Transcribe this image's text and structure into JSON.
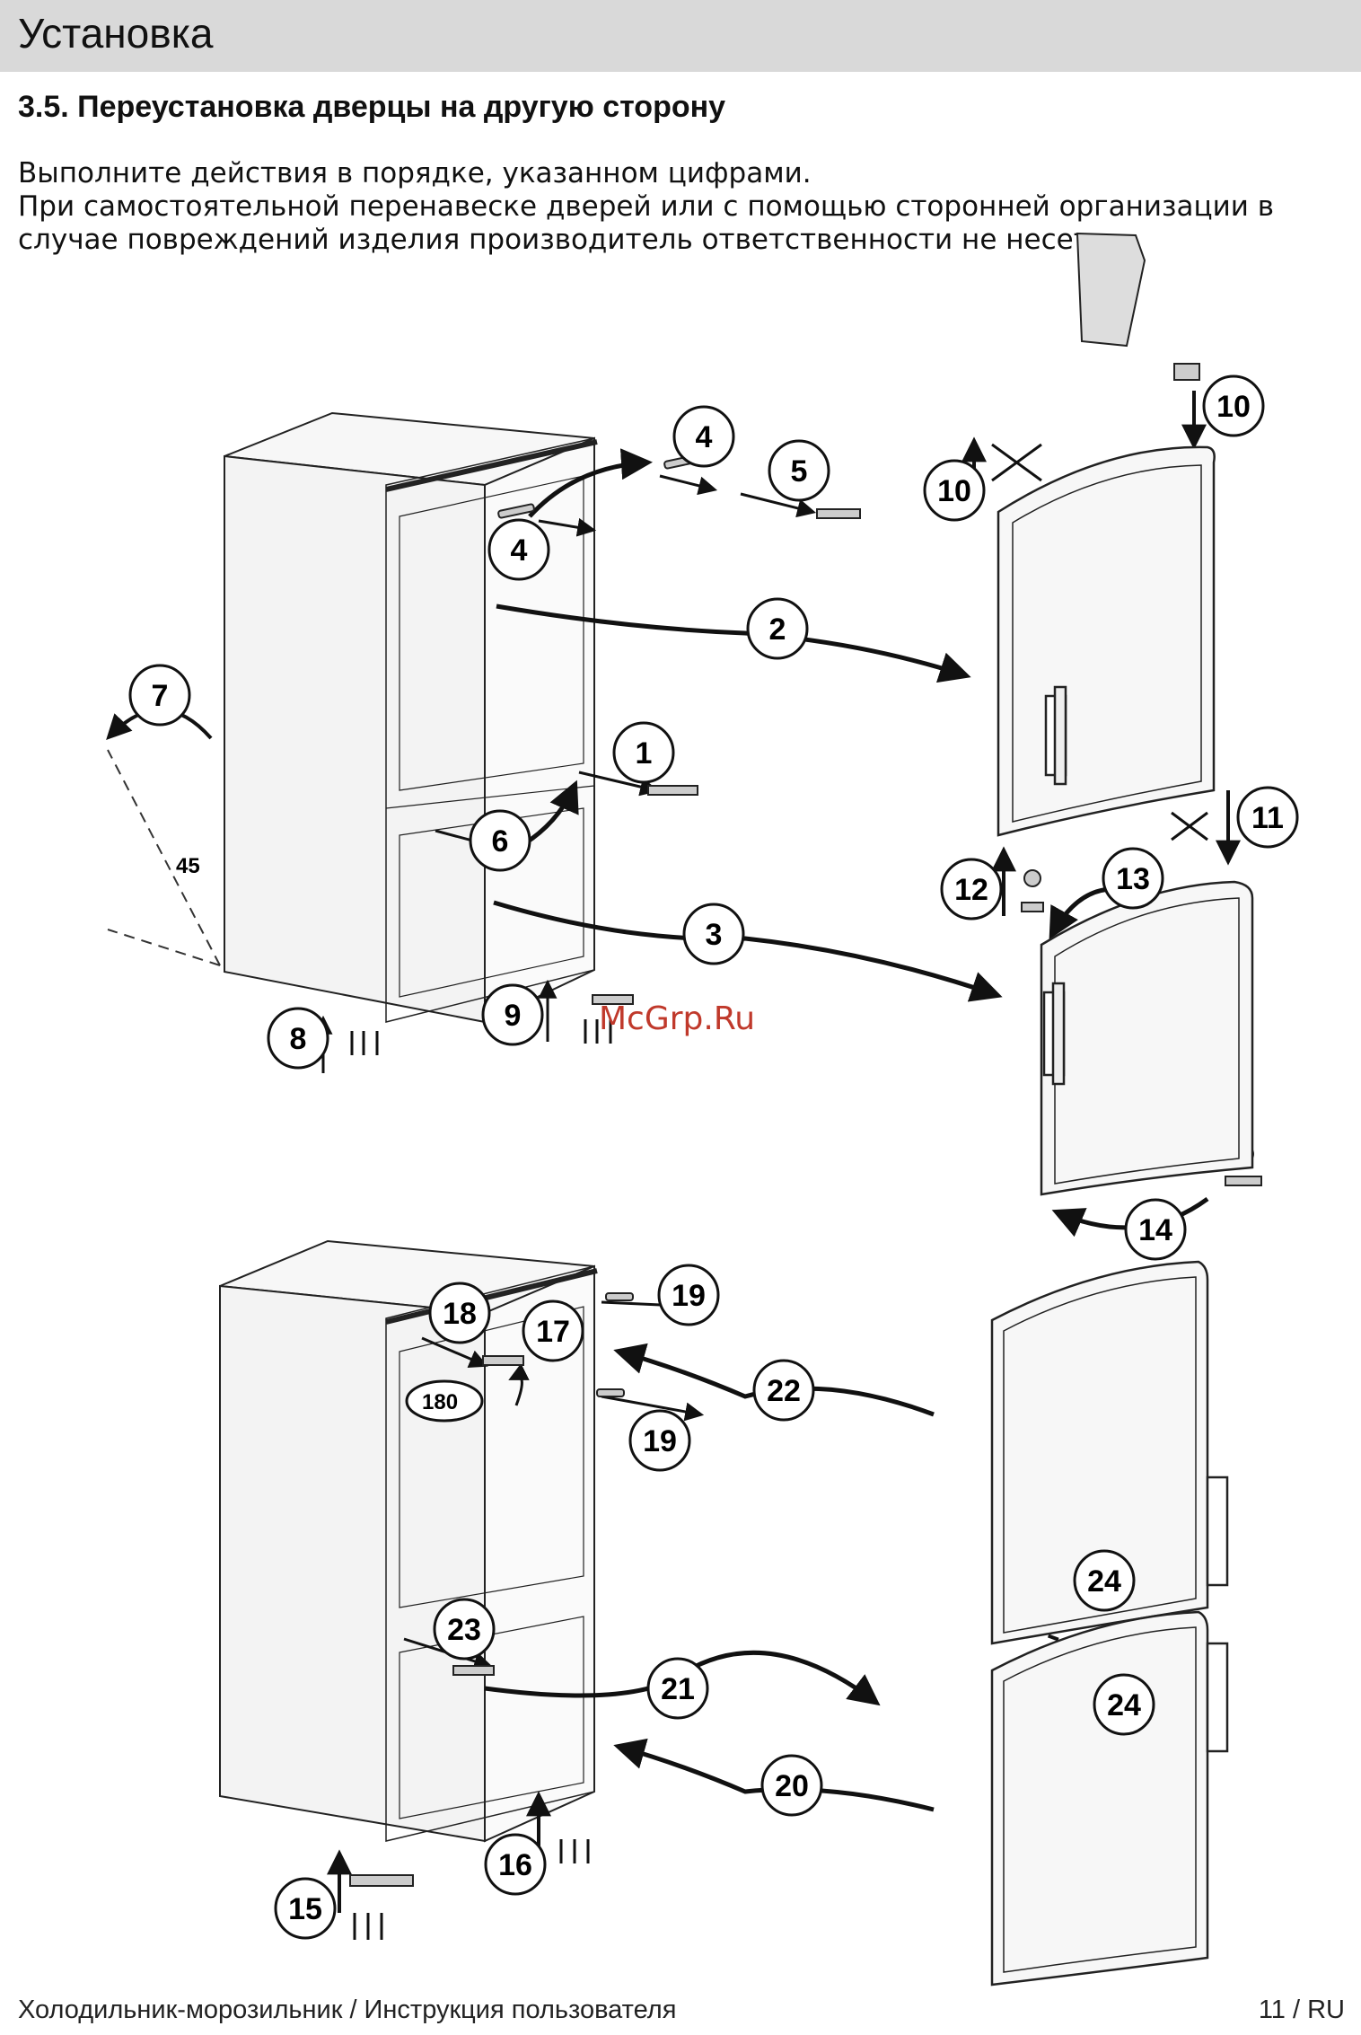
{
  "header": {
    "title": "Установка"
  },
  "section": {
    "title": "3.5. Переустановка дверцы на другую сторону"
  },
  "intro": {
    "line1": "Выполните действия в порядке, указанном цифрами.",
    "line2": "При самостоятельной перенавеске дверей или с помощью сторонней организации в",
    "line3": "случае повреждений изделия  производитель ответственности не несет."
  },
  "diagram": {
    "angle_labels": {
      "tilt": "45",
      "rotate": "180"
    },
    "watermark": "McGrp.Ru",
    "accent_color": "#c0392b",
    "steps": [
      "1",
      "2",
      "3",
      "4",
      "4",
      "5",
      "6",
      "7",
      "8",
      "9",
      "10",
      "10",
      "11",
      "12",
      "13",
      "14",
      "15",
      "16",
      "17",
      "18",
      "19",
      "19",
      "20",
      "21",
      "22",
      "23",
      "24",
      "24"
    ]
  },
  "footer": {
    "left": "Холодильник-морозильник / Инструкция пользователя",
    "right": "11 / RU"
  }
}
